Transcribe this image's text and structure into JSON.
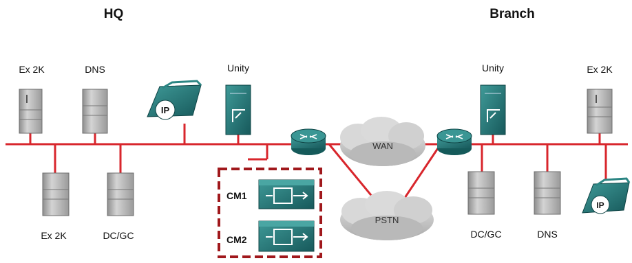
{
  "sites": {
    "hq": "HQ",
    "branch": "Branch"
  },
  "labels": {
    "hq_ex2k_top": "Ex 2K",
    "hq_dns": "DNS",
    "hq_unity": "Unity",
    "hq_ex2k_bottom": "Ex 2K",
    "hq_dcgc": "DC/GC",
    "branch_unity": "Unity",
    "branch_ex2k": "Ex 2K",
    "branch_dcgc": "DC/GC",
    "branch_dns": "DNS",
    "wan": "WAN",
    "pstn": "PSTN",
    "cm1": "CM1",
    "cm2": "CM2",
    "ip_phone": "IP"
  },
  "colors": {
    "lan": "#d8262c",
    "server": "#b8b8b8",
    "teal": "#1f6f6f",
    "cloud": "#c9c9c9",
    "cluster_border": "#a0181c"
  }
}
